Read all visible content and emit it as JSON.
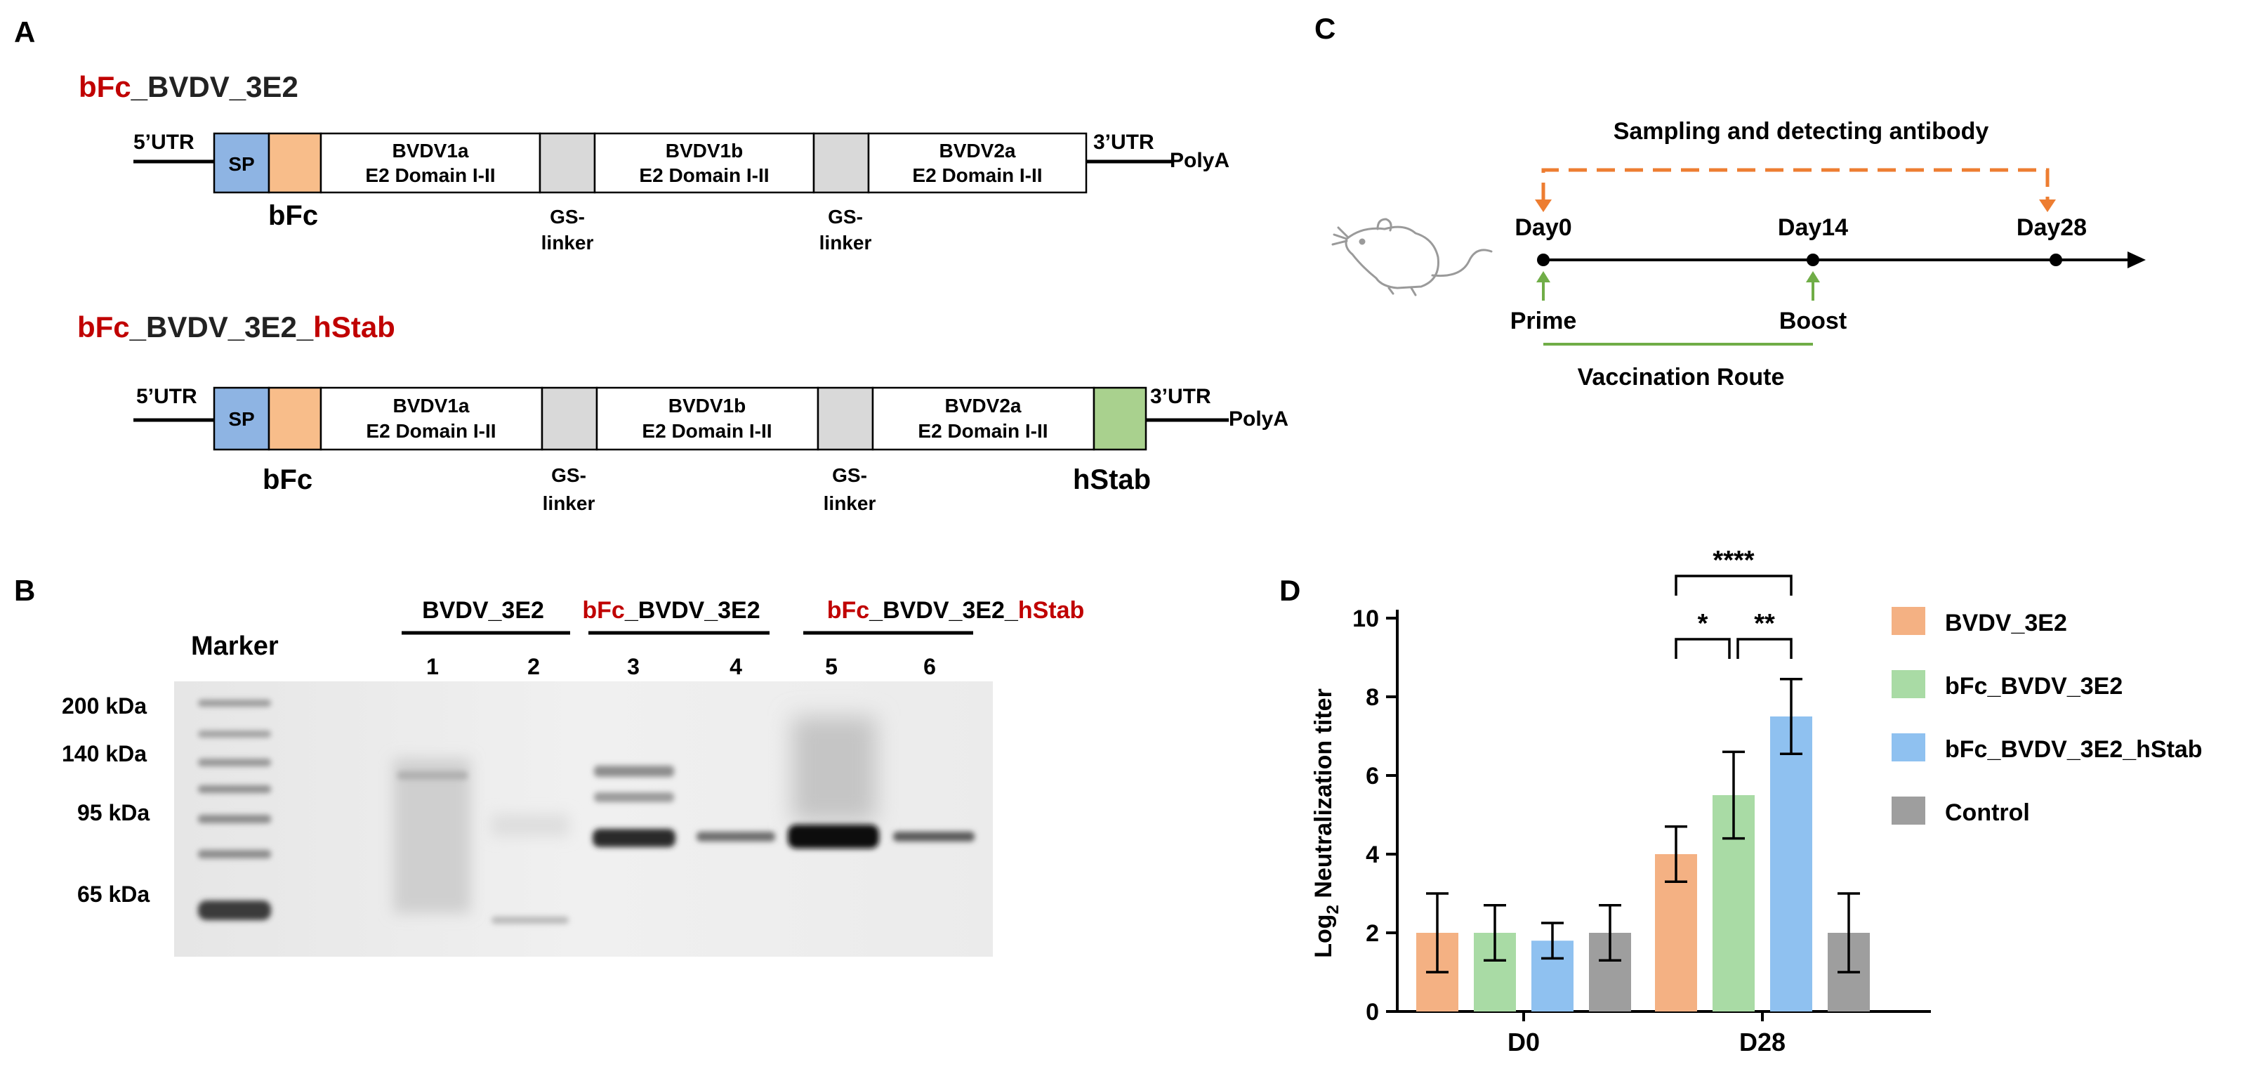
{
  "panels": {
    "a": "A",
    "b": "B",
    "c": "C",
    "d": "D"
  },
  "construct1": {
    "title_red": "bFc",
    "title_black": "_BVDV_3E2",
    "utr5": "5’UTR",
    "utr3": "3’UTR",
    "polya": "PolyA",
    "sp": "SP",
    "bfc": "bFc",
    "dom1": [
      "BVDV1a",
      "E2 Domain I-II"
    ],
    "dom2": [
      "BVDV1b",
      "E2 Domain I-II"
    ],
    "dom3": [
      "BVDV2a",
      "E2 Domain I-II"
    ],
    "gs1": [
      "GS-",
      "linker"
    ],
    "gs2": [
      "GS-",
      "linker"
    ]
  },
  "construct2": {
    "title_red1": "bFc",
    "title_black": "_BVDV_3E2_",
    "title_red2": "hStab",
    "utr5": "5’UTR",
    "utr3": "3’UTR",
    "polya": "PolyA",
    "sp": "SP",
    "bfc": "bFc",
    "hstab": "hStab",
    "dom1": [
      "BVDV1a",
      "E2 Domain I-II"
    ],
    "dom2": [
      "BVDV1b",
      "E2 Domain I-II"
    ],
    "dom3": [
      "BVDV2a",
      "E2 Domain I-II"
    ],
    "gs1": [
      "GS-",
      "linker"
    ],
    "gs2": [
      "GS-",
      "linker"
    ]
  },
  "gel": {
    "marker_label": "Marker",
    "groups": [
      {
        "red": "",
        "black": "BVDV_3E2",
        "red2": ""
      },
      {
        "red": "bFc",
        "black": "_BVDV_3E2",
        "red2": ""
      },
      {
        "red": "bFc",
        "black": "_BVDV_3E2_",
        "red2": "hStab"
      }
    ],
    "lanes": [
      "1",
      "2",
      "3",
      "4",
      "5",
      "6"
    ],
    "kda": [
      "200 kDa",
      "140 kDa",
      "95 kDa",
      "65 kDa"
    ]
  },
  "timeline": {
    "sampling": "Sampling and detecting antibody",
    "day0": "Day0",
    "day14": "Day14",
    "day28": "Day28",
    "prime": "Prime",
    "boost": "Boost",
    "route": "Vaccination Route"
  },
  "colors": {
    "red_text": "#c00000",
    "sp": "#8eb4e3",
    "bfc": "#f8bd8a",
    "gs": "#d9d9d9",
    "hstab": "#a9d18e",
    "orange_arrow": "#ed7d31",
    "green_arrow": "#70ad47"
  },
  "chart_data": {
    "type": "bar",
    "ylabel_prefix": "Log",
    "ylabel_sub": "2",
    "ylabel_suffix": " Neutralization titer",
    "ylim": [
      0,
      10
    ],
    "yticks": [
      "0",
      "2",
      "4",
      "6",
      "8",
      "10"
    ],
    "categories": [
      "D0",
      "D28"
    ],
    "series": [
      {
        "name": "BVDV_3E2",
        "color": "#f4b183",
        "values": [
          2.0,
          4.0
        ],
        "err": [
          1.0,
          0.7
        ]
      },
      {
        "name": "bFc_BVDV_3E2",
        "color": "#a9dba5",
        "values": [
          2.0,
          5.5
        ],
        "err": [
          0.7,
          1.1
        ]
      },
      {
        "name": "bFc_BVDV_3E2_hStab",
        "color": "#8fc1f0",
        "values": [
          1.8,
          7.5
        ],
        "err": [
          0.45,
          0.95
        ]
      },
      {
        "name": "Control",
        "color": "#9e9e9e",
        "values": [
          2.0,
          2.0
        ],
        "err": [
          0.7,
          1.0
        ]
      }
    ],
    "significance": [
      {
        "label": "****",
        "from": 0,
        "to": 2,
        "category": 1
      },
      {
        "label": "*",
        "from": 0,
        "to": 1,
        "category": 1
      },
      {
        "label": "**",
        "from": 1,
        "to": 2,
        "category": 1
      }
    ],
    "legend_position": "right"
  }
}
